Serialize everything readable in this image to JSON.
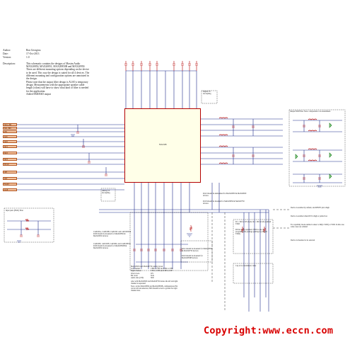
{
  "header": {
    "author_label": "Author:",
    "author_value": "Ron Georgiou",
    "date_label": "Date:",
    "date_value": "17-Oct-2013",
    "version_label": "Version:",
    "version_value": "1.0",
    "description_label": "Description:",
    "description_p1": "This schematic contains the designs of Maxim Audio MAX20850, MAX20851, MAX20850B and MAX20950. There are different mounting options depending on the device to be used. This way the design is suited for all 4 devices. The different mounting and configuration options are annotated in the design.",
    "description_p2": "Please note that the output filter design is ALSO a temporary design. Measurements with the appropriate speaker cable length (±4cm) will have to show what kind of filter is needed for the application.",
    "description_p3": "Added EMI/ESD output"
  },
  "chip": {
    "ref": "MAX98"
  },
  "notes": {
    "digital_decoupling": "Digital 5V decoupling",
    "analog_decoupling": "Analog 5V decoupling",
    "output_filter": "Output EMI Filter. Note: components to be determined.",
    "input_filter": "Input parts (EMC) filter",
    "r122_note": "R122 should be unmounted for MAX20850 & MAX20950 devices",
    "r118_note": "R118 should be mounted for MAX20950 & MAX20750 devices",
    "cap_note_1": "CAP100A, CAP100B, CAP100C and CAP100D & R100 should be mounted for MAX20850 & MAX20950 devices",
    "cap_note_2": "CAP100E, CAP100F, CAP100G and CAP100H & R100 should be mounted for MAX20850B & MAX20950 devices",
    "r141_note": "R141 should be mounted for MAX20850 & MAX20750 devices",
    "r143_note": "R143 should be mounted for MAX20850B devices",
    "table_title": "MAX20950 and MAX20750 routing layout",
    "table_rows": [
      [
        "Left channel:",
        "CH0 to CH2 and CH4 to CH6"
      ],
      [
        "Right channel:",
        "CH1 to CH3 and CH5 to CH7"
      ],
      [
        "Word clock:",
        "WS"
      ],
      [
        "Bit clock:",
        "SCK"
      ],
      [
        "Audio data (CH):",
        "SD0"
      ]
    ],
    "note_lr": "Also with MAX20950 and MAX20750 modes the left and right channel is separated",
    "note_bottom": "Note: on the MAX20850 and MAX20850B, configurations INx can be left unconnected, SD0 should be tied to ground for right channel data.",
    "r1_note": "R1 = 0R for I2S mode. R2 = 0R for left justified TDM",
    "r2_note": "R2 has to be populated. With no use of programmable package (settings by default TDM)",
    "cap_in": "Cap to be determined; value",
    "dev_note_1": "Device is enabled by default, and RESET pin is high",
    "dev_note_2": "Device is enabled when RST is high or pulled low",
    "dev_note_3": "For capability mode enabled connect a 0R(to VDD) or VDD. In this case some cases are omitted",
    "dev_note_4": "Device is mounted to be selected"
  },
  "connectors": [
    "SDA_IN0",
    "SCL_IN0",
    "WS",
    "SCK",
    "SD0",
    "SD1",
    "SD2",
    "SD3",
    "MCLK",
    "INT",
    "RST",
    "FAULT",
    "CLIP"
  ],
  "copyright": "Copyright:www.eccn.com",
  "colors": {
    "wire": "#1f2a8c",
    "part": "#b30000",
    "flag": "#f3c7a4",
    "note": "#333333",
    "copyright": "#d80000"
  }
}
